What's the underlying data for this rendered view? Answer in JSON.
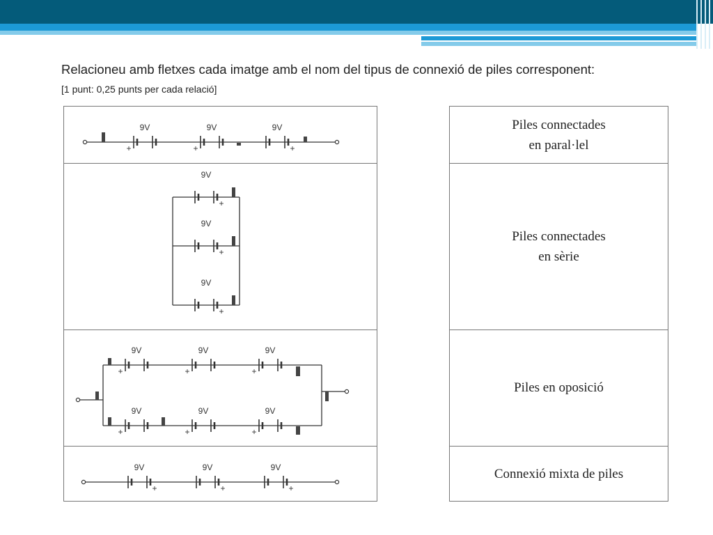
{
  "instructions": {
    "main": "Relacioneu amb fletxes cada imatge amb el nom del tipus de connexió de piles corresponent:",
    "points": "[1 punt: 0,25 punts per cada relació]"
  },
  "circuit_labels": {
    "voltage": "9V",
    "plus": "+"
  },
  "connection_types": [
    {
      "line1": "Piles connectades",
      "line2": "en paral·lel"
    },
    {
      "line1": "Piles connectades",
      "line2": "en sèrie"
    },
    {
      "line1": "Piles en oposició",
      "line2": ""
    },
    {
      "line1": "Connexió mixta de piles",
      "line2": ""
    }
  ],
  "circuits": [
    {
      "id": "circuit-1",
      "arrangement": "series with one cell reversed"
    },
    {
      "id": "circuit-2",
      "arrangement": "parallel"
    },
    {
      "id": "circuit-3",
      "arrangement": "mixed"
    },
    {
      "id": "circuit-4",
      "arrangement": "series"
    }
  ]
}
